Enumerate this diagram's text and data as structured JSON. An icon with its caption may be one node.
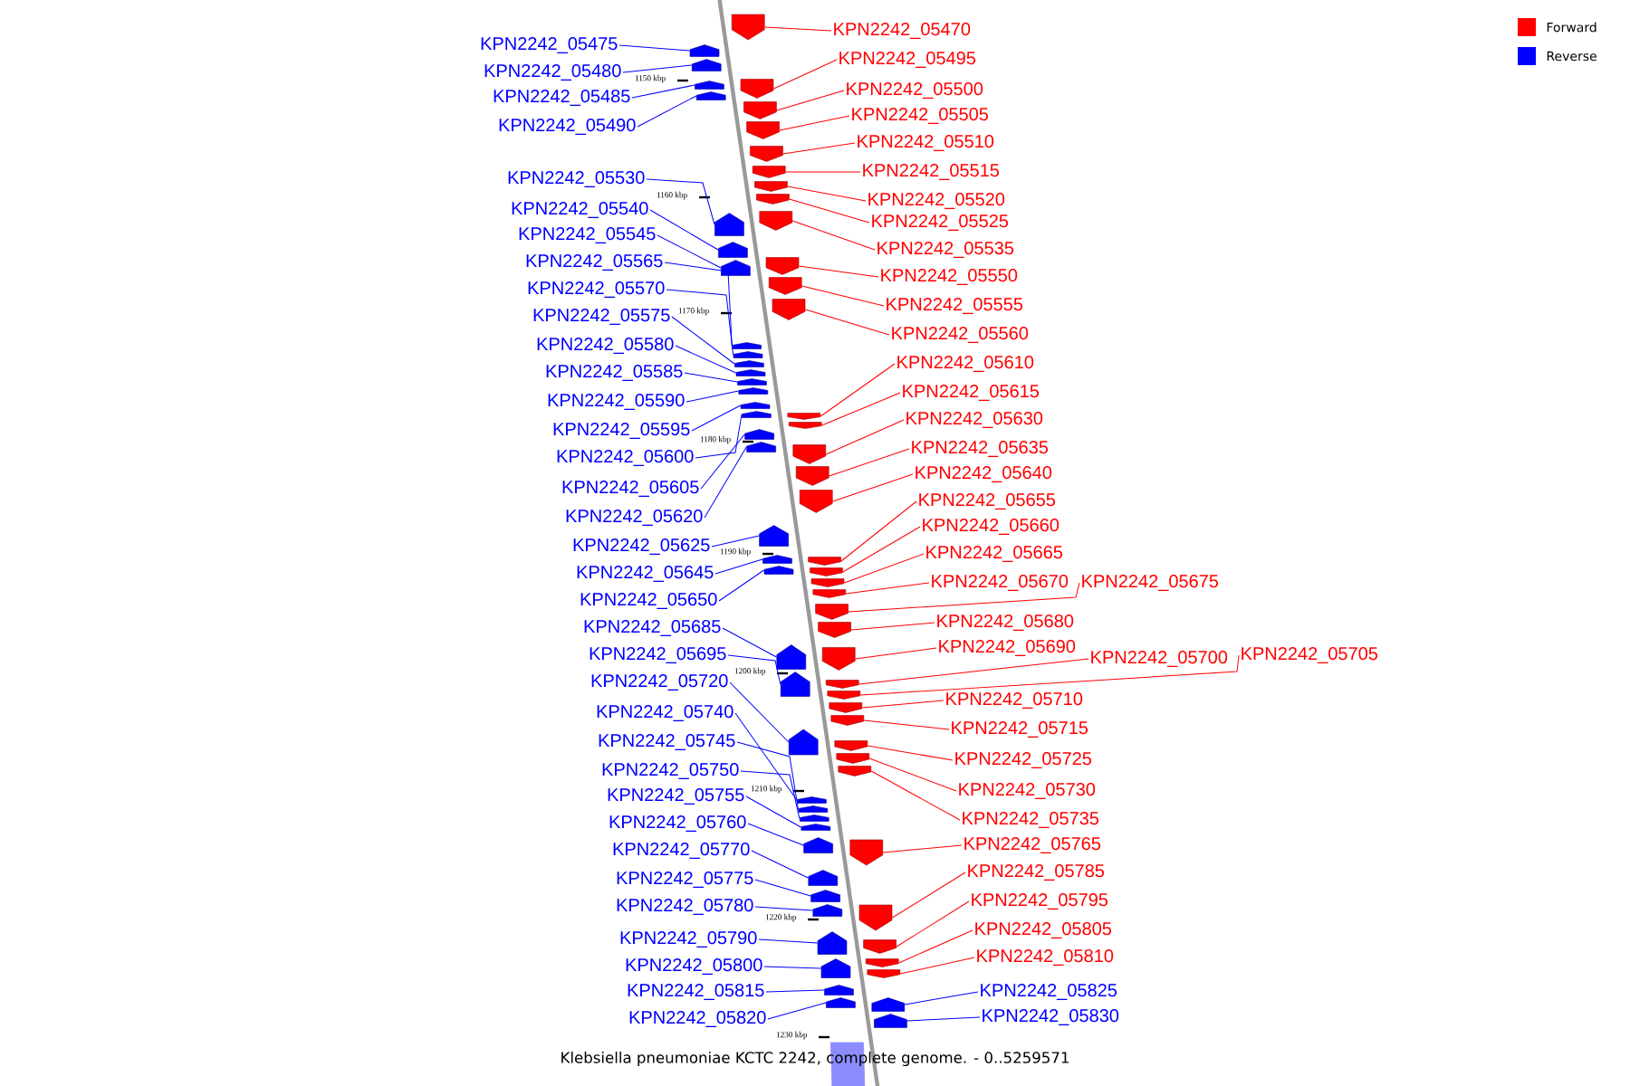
{
  "diagram": {
    "caption": "Klebsiella pneumoniae KCTC 2242, complete genome. - 0..5259571",
    "nodes": [
      {
        "text": [
          "KPN2242_05475"
        ]
      },
      {
        "text": [
          "KPN2242_05480"
        ]
      },
      {
        "text": [
          "KPN2242_05485"
        ]
      },
      {
        "text": [
          "KPN2242_05490"
        ]
      },
      {
        "text": [
          "KPN2242_05530"
        ]
      },
      {
        "text": [
          "KPN2242_05540"
        ]
      },
      {
        "text": [
          "KPN2242_05545"
        ]
      },
      {
        "text": [
          "KPN2242_05565"
        ]
      },
      {
        "text": [
          "KPN2242_05570"
        ]
      },
      {
        "text": [
          "KPN2242_05575"
        ]
      },
      {
        "text": [
          "KPN2242_05580"
        ]
      },
      {
        "text": [
          "KPN2242_05585"
        ]
      },
      {
        "text": [
          "KPN2242_05590"
        ]
      },
      {
        "text": [
          "KPN2242_05595"
        ]
      },
      {
        "text": [
          "KPN2242_05600"
        ]
      },
      {
        "text": [
          "KPN2242_05605"
        ]
      },
      {
        "text": [
          "KPN2242_05620"
        ]
      },
      {
        "text": [
          "KPN2242_05625"
        ]
      },
      {
        "text": [
          "KPN2242_05645"
        ]
      },
      {
        "text": [
          "KPN2242_05650"
        ]
      },
      {
        "text": [
          "KPN2242_05685"
        ]
      },
      {
        "text": [
          "KPN2242_05695"
        ]
      },
      {
        "text": [
          "KPN2242_05720"
        ]
      },
      {
        "text": [
          "KPN2242_05740"
        ]
      },
      {
        "text": [
          "KPN2242_05745"
        ]
      },
      {
        "text": [
          "KPN2242_05750"
        ]
      },
      {
        "text": [
          "KPN2242_05755"
        ]
      },
      {
        "text": [
          "KPN2242_05760"
        ]
      },
      {
        "text": [
          "KPN2242_05770"
        ]
      },
      {
        "text": [
          "KPN2242_05775"
        ]
      },
      {
        "text": [
          "KPN2242_05780"
        ]
      },
      {
        "text": [
          "KPN2242_05790"
        ]
      },
      {
        "text": [
          "KPN2242_05800"
        ]
      },
      {
        "text": [
          "KPN2242_05815"
        ]
      },
      {
        "text": [
          "KPN2242_05820"
        ]
      },
      {
        "text": [
          "KPN2242_05470"
        ]
      },
      {
        "text": [
          "KPN2242_05495"
        ]
      },
      {
        "text": [
          "KPN2242_05500"
        ]
      },
      {
        "text": [
          "KPN2242_05505"
        ]
      },
      {
        "text": [
          "KPN2242_05510"
        ]
      },
      {
        "text": [
          "KPN2242_05515"
        ]
      },
      {
        "text": [
          "KPN2242_05520"
        ]
      },
      {
        "text": [
          "KPN2242_05525"
        ]
      },
      {
        "text": [
          "KPN2242_05535"
        ]
      },
      {
        "text": [
          "KPN2242_05550"
        ]
      },
      {
        "text": [
          "KPN2242_05555"
        ]
      },
      {
        "text": [
          "KPN2242_05560"
        ]
      },
      {
        "text": [
          "KPN2242_05610"
        ]
      },
      {
        "text": [
          "KPN2242_05615"
        ]
      },
      {
        "text": [
          "KPN2242_05630"
        ]
      },
      {
        "text": [
          "KPN2242_05635"
        ]
      },
      {
        "text": [
          "KPN2242_05640"
        ]
      },
      {
        "text": [
          "KPN2242_05655"
        ]
      },
      {
        "text": [
          "KPN2242_05660"
        ]
      },
      {
        "text": [
          "KPN2242_05665"
        ]
      },
      {
        "text": [
          "KPN2242_05670"
        ]
      },
      {
        "text": [
          "KPN2242_05675"
        ]
      },
      {
        "text": [
          "KPN2242_05680"
        ]
      },
      {
        "text": [
          "KPN2242_05690"
        ]
      },
      {
        "text": [
          "KPN2242_05700"
        ]
      },
      {
        "text": [
          "KPN2242_05705"
        ]
      },
      {
        "text": [
          "KPN2242_05710"
        ]
      },
      {
        "text": [
          "KPN2242_05715"
        ]
      },
      {
        "text": [
          "KPN2242_05725"
        ]
      },
      {
        "text": [
          "KPN2242_05730"
        ]
      },
      {
        "text": [
          "KPN2242_05735"
        ]
      },
      {
        "text": [
          "KPN2242_05765"
        ]
      },
      {
        "text": [
          "KPN2242_05785"
        ]
      },
      {
        "text": [
          "KPN2242_05795"
        ]
      },
      {
        "text": [
          "KPN2242_05805"
        ]
      },
      {
        "text": [
          "KPN2242_05810"
        ]
      },
      {
        "text": [
          "KPN2242_05825"
        ]
      },
      {
        "text": [
          "KPN2242_05830"
        ]
      },
      {
        "text": [],
        "shape": "arrow"
      },
      {
        "text": [],
        "shape": "arrow"
      },
      {
        "text": [],
        "shape": "arrow"
      },
      {
        "text": [],
        "shape": "arrow"
      },
      {
        "text": [],
        "shape": "arrow"
      },
      {
        "text": [],
        "shape": "arrow"
      },
      {
        "text": [],
        "shape": "arrow"
      },
      {
        "text": [],
        "shape": "arrow"
      },
      {
        "text": [],
        "shape": "arrow"
      },
      {
        "text": [],
        "shape": "arrow"
      },
      {
        "text": [],
        "shape": "arrow"
      },
      {
        "text": [],
        "shape": "arrow"
      },
      {
        "text": [],
        "shape": "arrow"
      },
      {
        "text": [],
        "shape": "arrow"
      },
      {
        "text": [],
        "shape": "arrow"
      },
      {
        "text": [],
        "shape": "arrow"
      },
      {
        "text": [],
        "shape": "arrow"
      },
      {
        "text": [],
        "shape": "arrow"
      },
      {
        "text": [],
        "shape": "arrow"
      },
      {
        "text": [],
        "shape": "arrow"
      },
      {
        "text": [],
        "shape": "arrow"
      },
      {
        "text": [],
        "shape": "arrow"
      },
      {
        "text": [],
        "shape": "arrow"
      },
      {
        "text": [],
        "shape": "arrow"
      },
      {
        "text": [],
        "shape": "arrow"
      },
      {
        "text": [],
        "shape": "arrow"
      },
      {
        "text": [],
        "shape": "arrow"
      },
      {
        "text": [],
        "shape": "arrow"
      },
      {
        "text": [],
        "shape": "arrow"
      },
      {
        "text": [],
        "shape": "arrow"
      },
      {
        "text": [],
        "shape": "arrow"
      },
      {
        "text": [],
        "shape": "arrow"
      },
      {
        "text": [],
        "shape": "arrow"
      },
      {
        "text": [],
        "shape": "arrow"
      },
      {
        "text": [],
        "shape": "arrow"
      },
      {
        "text": [],
        "shape": "arrow"
      },
      {
        "text": [],
        "shape": "arrow"
      },
      {
        "text": [],
        "shape": "arrow"
      },
      {
        "text": [],
        "shape": "arrow"
      },
      {
        "text": [],
        "shape": "arrow"
      },
      {
        "text": [],
        "shape": "arrow"
      },
      {
        "text": [],
        "shape": "arrow"
      },
      {
        "text": [],
        "shape": "arrow"
      },
      {
        "text": [],
        "shape": "arrow"
      },
      {
        "text": [],
        "shape": "arrow"
      },
      {
        "text": [],
        "shape": "arrow"
      },
      {
        "text": [],
        "shape": "arrow"
      },
      {
        "text": [],
        "shape": "arrow"
      },
      {
        "text": [],
        "shape": "arrow"
      },
      {
        "text": [],
        "shape": "arrow"
      },
      {
        "text": [],
        "shape": "arrow"
      },
      {
        "text": [],
        "shape": "arrow"
      },
      {
        "text": [],
        "shape": "arrow"
      },
      {
        "text": [],
        "shape": "arrow"
      },
      {
        "text": [],
        "shape": "arrow"
      },
      {
        "text": [],
        "shape": "arrow"
      },
      {
        "text": [],
        "shape": "arrow"
      },
      {
        "text": [],
        "shape": "arrow"
      },
      {
        "text": [],
        "shape": "arrow"
      },
      {
        "text": [],
        "shape": "arrow"
      },
      {
        "text": [],
        "shape": "arrow"
      },
      {
        "text": [],
        "shape": "arrow"
      },
      {
        "text": [],
        "shape": "arrow"
      },
      {
        "text": [],
        "shape": "arrow"
      },
      {
        "text": [],
        "shape": "arrow"
      },
      {
        "text": [],
        "shape": "arrow"
      },
      {
        "text": [],
        "shape": "arrow"
      },
      {
        "text": [],
        "shape": "arrow"
      },
      {
        "text": [],
        "shape": "arrow"
      },
      {
        "text": [],
        "shape": "arrow"
      },
      {
        "text": [],
        "shape": "arrow"
      },
      {
        "text": [],
        "shape": "arrow"
      },
      {
        "text": [],
        "shape": "arrow"
      }
    ],
    "edges": [
      {
        "from": 0,
        "to": 73,
        "arrow": "none",
        "color": "#0000ff"
      },
      {
        "from": 1,
        "to": 74,
        "arrow": "none",
        "color": "#0000ff"
      },
      {
        "from": 2,
        "to": 75,
        "arrow": "none",
        "color": "#0000ff"
      },
      {
        "from": 3,
        "to": 76,
        "arrow": "none",
        "color": "#0000ff"
      },
      {
        "from": 4,
        "to": 77,
        "arrow": "none",
        "color": "#0000ff"
      },
      {
        "from": 5,
        "to": 78,
        "arrow": "none",
        "color": "#0000ff"
      },
      {
        "from": 6,
        "to": 79,
        "arrow": "none",
        "color": "#0000ff"
      },
      {
        "from": 7,
        "to": 80,
        "arrow": "none",
        "color": "#0000ff"
      },
      {
        "from": 8,
        "to": 81,
        "arrow": "none",
        "color": "#0000ff"
      },
      {
        "from": 9,
        "to": 82,
        "arrow": "none",
        "color": "#0000ff"
      },
      {
        "from": 10,
        "to": 83,
        "arrow": "none",
        "color": "#0000ff"
      },
      {
        "from": 11,
        "to": 84,
        "arrow": "none",
        "color": "#0000ff"
      },
      {
        "from": 12,
        "to": 85,
        "arrow": "none",
        "color": "#0000ff"
      },
      {
        "from": 13,
        "to": 86,
        "arrow": "none",
        "color": "#0000ff"
      },
      {
        "from": 14,
        "to": 87,
        "arrow": "none",
        "color": "#0000ff"
      },
      {
        "from": 15,
        "to": 88,
        "arrow": "none",
        "color": "#0000ff"
      },
      {
        "from": 16,
        "to": 89,
        "arrow": "none",
        "color": "#0000ff"
      },
      {
        "from": 17,
        "to": 90,
        "arrow": "none",
        "color": "#0000ff"
      },
      {
        "from": 18,
        "to": 91,
        "arrow": "none",
        "color": "#0000ff"
      },
      {
        "from": 19,
        "to": 92,
        "arrow": "none",
        "color": "#0000ff"
      },
      {
        "from": 20,
        "to": 93,
        "arrow": "none",
        "color": "#0000ff"
      },
      {
        "from": 21,
        "to": 94,
        "arrow": "none",
        "color": "#0000ff"
      },
      {
        "from": 22,
        "to": 95,
        "arrow": "none",
        "color": "#0000ff"
      },
      {
        "from": 23,
        "to": 96,
        "arrow": "none",
        "color": "#0000ff"
      },
      {
        "from": 24,
        "to": 97,
        "arrow": "none",
        "color": "#0000ff"
      },
      {
        "from": 25,
        "to": 98,
        "arrow": "none",
        "color": "#0000ff"
      },
      {
        "from": 26,
        "to": 99,
        "arrow": "none",
        "color": "#0000ff"
      },
      {
        "from": 27,
        "to": 100,
        "arrow": "none",
        "color": "#0000ff"
      },
      {
        "from": 28,
        "to": 101,
        "arrow": "none",
        "color": "#0000ff"
      },
      {
        "from": 29,
        "to": 102,
        "arrow": "none",
        "color": "#0000ff"
      },
      {
        "from": 30,
        "to": 103,
        "arrow": "none",
        "color": "#0000ff"
      },
      {
        "from": 31,
        "to": 104,
        "arrow": "none",
        "color": "#0000ff"
      },
      {
        "from": 32,
        "to": 105,
        "arrow": "none",
        "color": "#0000ff"
      },
      {
        "from": 33,
        "to": 106,
        "arrow": "none",
        "color": "#0000ff"
      },
      {
        "from": 34,
        "to": 107,
        "arrow": "none",
        "color": "#0000ff"
      },
      {
        "from": 35,
        "to": 108,
        "arrow": "none",
        "color": "#ff0000"
      },
      {
        "from": 36,
        "to": 109,
        "arrow": "none",
        "color": "#ff0000"
      },
      {
        "from": 37,
        "to": 110,
        "arrow": "none",
        "color": "#ff0000"
      },
      {
        "from": 38,
        "to": 111,
        "arrow": "none",
        "color": "#ff0000"
      },
      {
        "from": 39,
        "to": 112,
        "arrow": "none",
        "color": "#ff0000"
      },
      {
        "from": 40,
        "to": 113,
        "arrow": "none",
        "color": "#ff0000"
      },
      {
        "from": 41,
        "to": 114,
        "arrow": "none",
        "color": "#ff0000"
      },
      {
        "from": 42,
        "to": 115,
        "arrow": "none",
        "color": "#ff0000"
      },
      {
        "from": 43,
        "to": 116,
        "arrow": "none",
        "color": "#ff0000"
      },
      {
        "from": 44,
        "to": 117,
        "arrow": "none",
        "color": "#ff0000"
      },
      {
        "from": 45,
        "to": 118,
        "arrow": "none",
        "color": "#ff0000"
      },
      {
        "from": 46,
        "to": 119,
        "arrow": "none",
        "color": "#ff0000"
      },
      {
        "from": 47,
        "to": 120,
        "arrow": "none",
        "color": "#ff0000"
      },
      {
        "from": 48,
        "to": 121,
        "arrow": "none",
        "color": "#ff0000"
      },
      {
        "from": 49,
        "to": 122,
        "arrow": "none",
        "color": "#ff0000"
      },
      {
        "from": 50,
        "to": 123,
        "arrow": "none",
        "color": "#ff0000"
      },
      {
        "from": 51,
        "to": 124,
        "arrow": "none",
        "color": "#ff0000"
      },
      {
        "from": 52,
        "to": 125,
        "arrow": "none",
        "color": "#ff0000"
      },
      {
        "from": 53,
        "to": 126,
        "arrow": "none",
        "color": "#ff0000"
      },
      {
        "from": 54,
        "to": 127,
        "arrow": "none",
        "color": "#ff0000"
      },
      {
        "from": 55,
        "to": 128,
        "arrow": "none",
        "color": "#ff0000"
      },
      {
        "from": 56,
        "to": 129,
        "arrow": "none",
        "color": "#ff0000"
      },
      {
        "from": 57,
        "to": 130,
        "arrow": "none",
        "color": "#ff0000"
      },
      {
        "from": 58,
        "to": 131,
        "arrow": "none",
        "color": "#ff0000"
      },
      {
        "from": 59,
        "to": 132,
        "arrow": "none",
        "color": "#ff0000"
      },
      {
        "from": 60,
        "to": 133,
        "arrow": "none",
        "color": "#ff0000"
      },
      {
        "from": 61,
        "to": 134,
        "arrow": "none",
        "color": "#ff0000"
      },
      {
        "from": 62,
        "to": 135,
        "arrow": "none",
        "color": "#ff0000"
      },
      {
        "from": 63,
        "to": 136,
        "arrow": "none",
        "color": "#ff0000"
      },
      {
        "from": 64,
        "to": 137,
        "arrow": "none",
        "color": "#ff0000"
      },
      {
        "from": 65,
        "to": 138,
        "arrow": "none",
        "color": "#ff0000"
      },
      {
        "from": 66,
        "to": 139,
        "arrow": "none",
        "color": "#ff0000"
      },
      {
        "from": 67,
        "to": 140,
        "arrow": "none",
        "color": "#ff0000"
      },
      {
        "from": 68,
        "to": 141,
        "arrow": "none",
        "color": "#ff0000"
      },
      {
        "from": 69,
        "to": 142,
        "arrow": "none",
        "color": "#ff0000"
      },
      {
        "from": 70,
        "to": 143,
        "arrow": "none",
        "color": "#ff0000"
      },
      {
        "from": 71,
        "to": 144,
        "arrow": "none",
        "color": "#0000ff"
      },
      {
        "from": 72,
        "to": 145,
        "arrow": "none",
        "color": "#0000ff"
      }
    ],
    "labels": [
      "1150 kbp",
      "1160 kbp",
      "1170 kbp",
      "1180 kbp",
      "1190 kbp",
      "1200 kbp",
      "1210 kbp",
      "1220 kbp",
      "1230 kbp"
    ],
    "legend": [
      {
        "text": "Forward",
        "color": "#ff0000"
      },
      {
        "text": "Reverse",
        "color": "#0000ff"
      }
    ]
  }
}
